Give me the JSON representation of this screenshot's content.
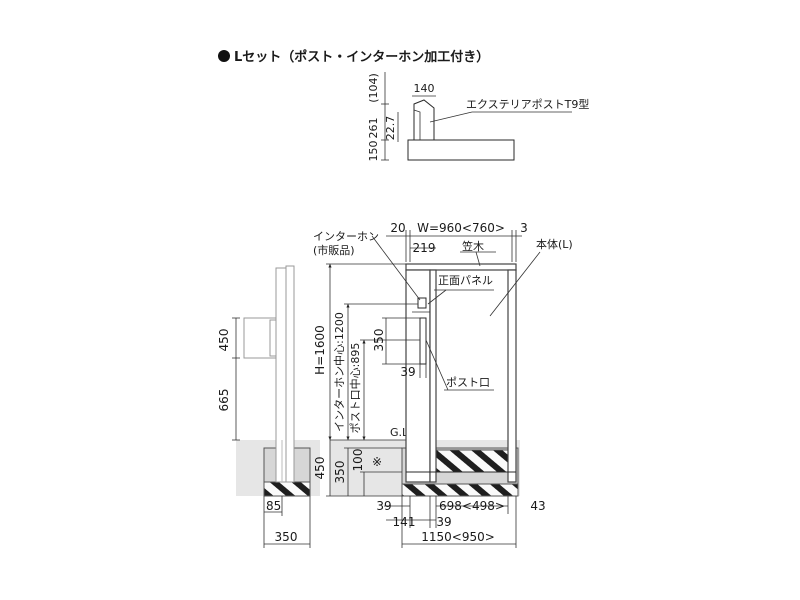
{
  "title": "Lセット（ポスト・インターホン加工付き）",
  "top_view": {
    "dims": {
      "d104": "(104)",
      "d140": "140",
      "d261": "261",
      "d227": "22.7",
      "d150": "150"
    },
    "label": "エクステリアポストT9型"
  },
  "side_view": {
    "dims": {
      "d450": "450",
      "d665": "665",
      "d450b": "450",
      "d85": "85",
      "d350": "350"
    }
  },
  "front_view": {
    "labels": {
      "intercom": "インターホン",
      "intercom_sub": "(市販品)",
      "kasagi": "笠木",
      "body": "本体(L)",
      "front_panel": "正面パネル",
      "post_slot": "ポスト口",
      "gl": "G.L",
      "mark": "※"
    },
    "dims": {
      "d20": "20",
      "w": "W=960<760>",
      "d3": "3",
      "d219": "219",
      "h": "H=1600",
      "intercom_center": "インターホン中心:1200",
      "post_center": "ポスト口中心:895",
      "d350": "350",
      "d39": "39",
      "d450": "450",
      "d350b": "350",
      "d100": "100",
      "d39b": "39",
      "d141": "141",
      "d39c": "39",
      "d698": "698<498>",
      "d43": "43",
      "d1150": "1150<950>"
    }
  },
  "colors": {
    "line": "#2a2a2a",
    "ground": "#e6e6e6",
    "pit": "#d9d9d9",
    "hatch": "#222222"
  }
}
